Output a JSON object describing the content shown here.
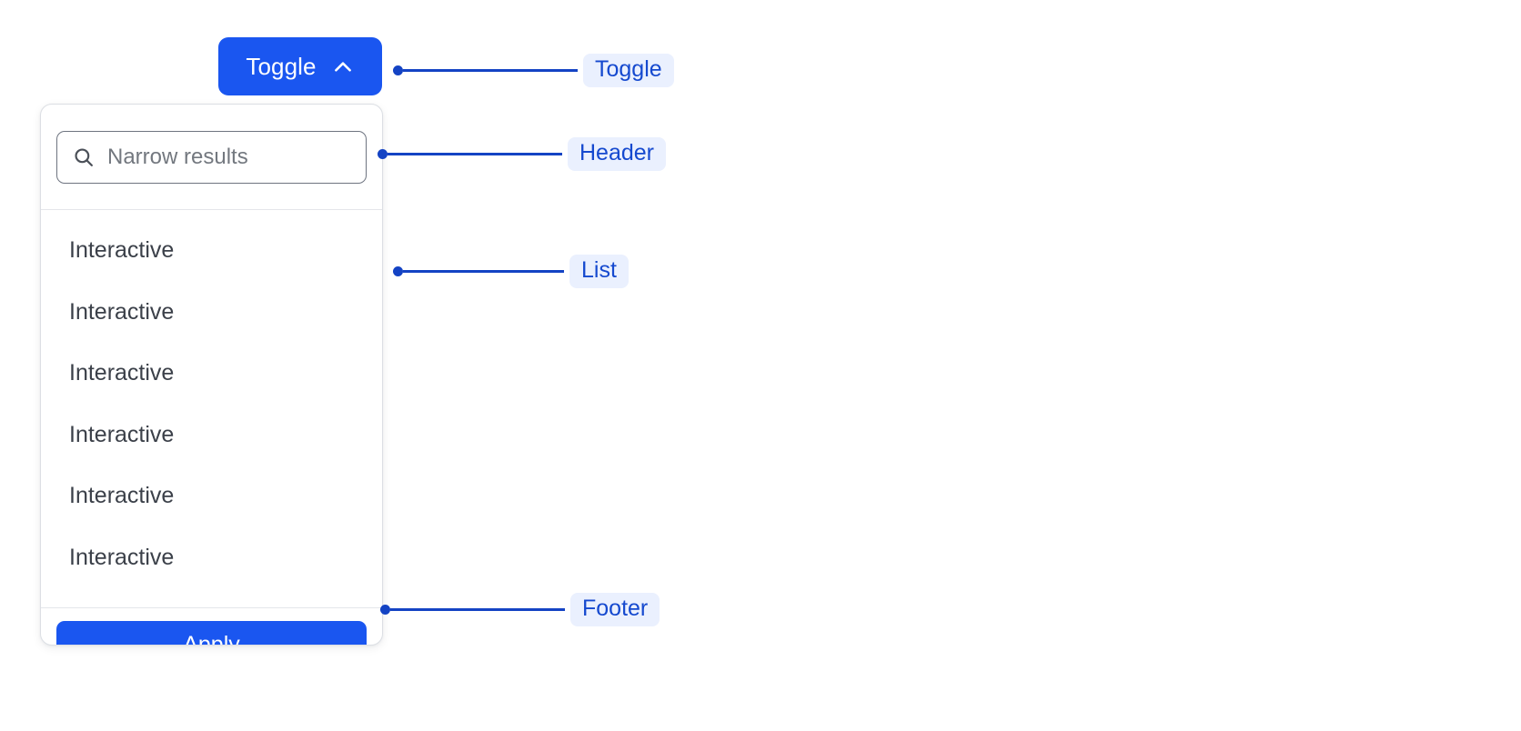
{
  "toggle": {
    "label": "Toggle",
    "icon": "chevron-up-icon",
    "background_color": "#1a56f0",
    "text_color": "#ffffff"
  },
  "dropdown": {
    "header": {
      "search": {
        "icon": "search-icon",
        "placeholder": "Narrow results",
        "value": ""
      }
    },
    "list": {
      "items": [
        {
          "label": "Interactive"
        },
        {
          "label": "Interactive"
        },
        {
          "label": "Interactive"
        },
        {
          "label": "Interactive"
        },
        {
          "label": "Interactive"
        },
        {
          "label": "Interactive"
        }
      ]
    },
    "footer": {
      "apply_label": "Apply",
      "apply_background_color": "#1a56f0"
    }
  },
  "annotations": {
    "accent_color": "#1443c4",
    "badge_background": "#eaf0fe",
    "badge_text_color": "#1549cf",
    "items": [
      {
        "label": "Toggle"
      },
      {
        "label": "Header"
      },
      {
        "label": "List"
      },
      {
        "label": "Footer"
      }
    ]
  }
}
